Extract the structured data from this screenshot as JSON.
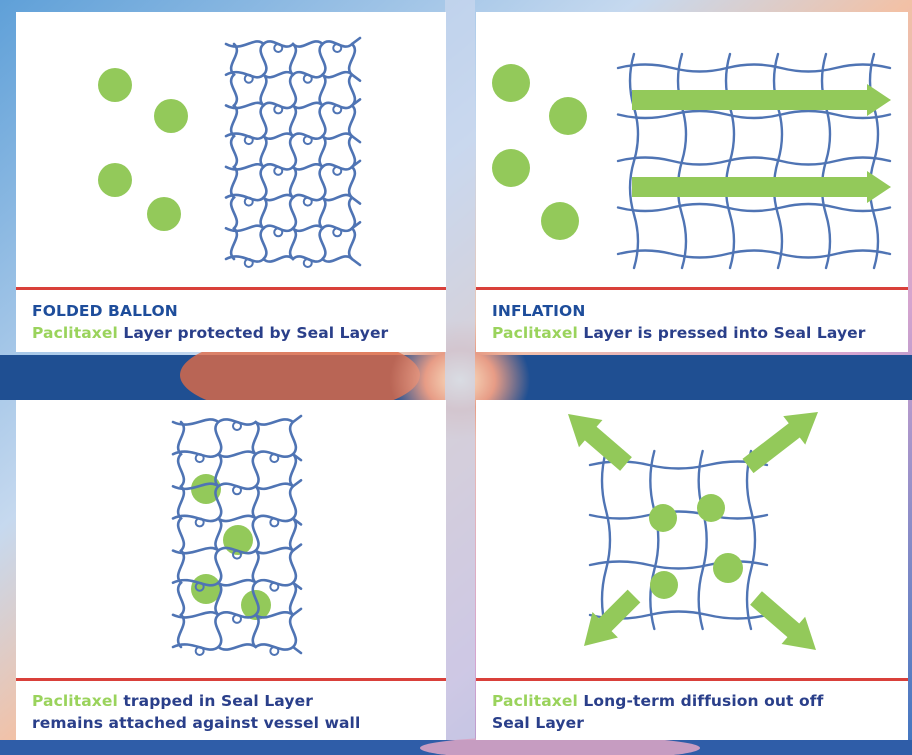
{
  "panels": [
    {
      "title": "FOLDED BALLON",
      "drug": "Paclitaxel",
      "text": " Layer protected by Seal Layer"
    },
    {
      "title": "INFLATION",
      "drug": "Paclitaxel",
      "text": " Layer is pressed into Seal Layer"
    },
    {
      "title": "",
      "drug": "Paclitaxel",
      "text": " trapped in Seal Layer",
      "text2": "remains attached against vessel wall"
    },
    {
      "title": "",
      "drug": "Paclitaxel",
      "text": " Long-term diffusion out off",
      "text2": "Seal Layer"
    }
  ],
  "colors": {
    "drug_green": "#93c95a",
    "mesh_blue": "#4f74b4",
    "caption_blue": "#1e4d9b",
    "rule_red": "#d9403a"
  },
  "icons": [
    "drug-particle",
    "seal-mesh",
    "arrow-right",
    "arrow-diagonal"
  ]
}
